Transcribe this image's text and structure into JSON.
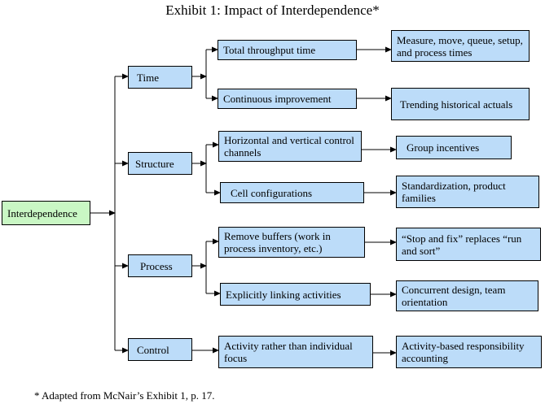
{
  "title": "Exhibit 1: Impact of Interdependence*",
  "root": "Interdependence",
  "categories": [
    "Time",
    "Structure",
    "Process",
    "Control"
  ],
  "impacts": [
    "Total throughput time",
    "Continuous improvement",
    "Horizontal and vertical control channels",
    "Cell configurations",
    "Remove buffers (work in process inventory, etc.)",
    "Explicitly linking activities",
    "Activity rather than individual focus"
  ],
  "outcomes": [
    "Measure, move, queue, setup, and process times",
    "Trending historical actuals",
    "Group incentives",
    "Standardization, product families",
    "“Stop and fix” replaces “run and sort”",
    "Concurrent design, team orientation",
    "Activity-based responsibility accounting"
  ],
  "footnote": "* Adapted from McNair’s Exhibit 1, p. 17.",
  "colors": {
    "box_fill": "#bcdcf9",
    "root_fill": "#c9f7c4",
    "line": "#000000"
  }
}
